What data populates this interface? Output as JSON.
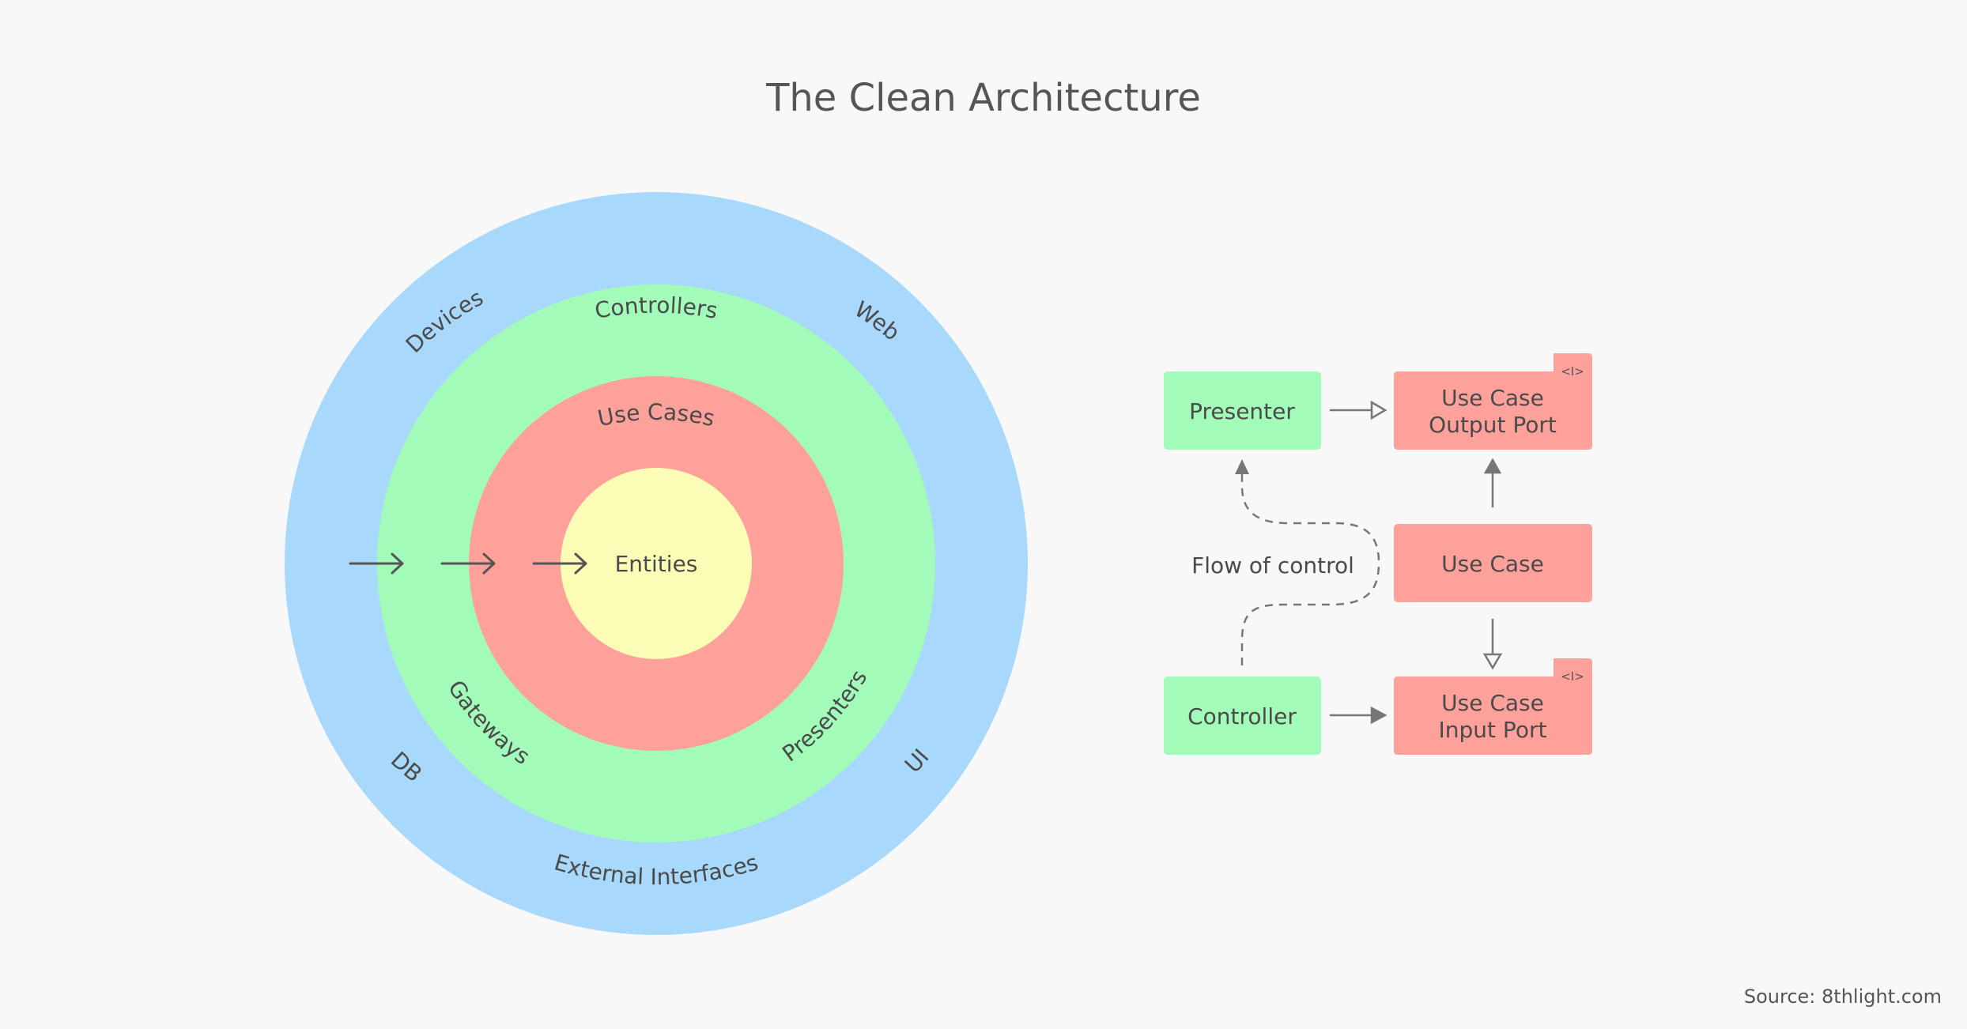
{
  "title": "The Clean Architecture",
  "source": "Source: 8thlight.com",
  "colors": {
    "background": "#f8f8f8",
    "outer_ring": "#a8d8fb",
    "green_ring": "#a3fbb9",
    "red_ring": "#fea19b",
    "core": "#fbfcb5",
    "green_box": "#a3fbb9",
    "red_box": "#fea19b",
    "arrow": "#777777"
  },
  "rings": {
    "outer": {
      "top_left": "Devices",
      "top_right": "Web",
      "bottom_left": "DB",
      "bottom_right": "UI",
      "bottom": "External Interfaces"
    },
    "green": {
      "top": "Controllers",
      "bottom_left": "Gateways",
      "bottom_right": "Presenters"
    },
    "red": {
      "top": "Use Cases"
    },
    "core": {
      "label": "Entities"
    }
  },
  "flow": {
    "presenter": "Presenter",
    "controller": "Controller",
    "output_port": {
      "line1": "Use Case",
      "line2": "Output Port",
      "tag": "<I>"
    },
    "use_case": "Use Case",
    "input_port": {
      "line1": "Use Case",
      "line2": "Input Port",
      "tag": "<I>"
    },
    "flow_of_control": "Flow of control"
  }
}
